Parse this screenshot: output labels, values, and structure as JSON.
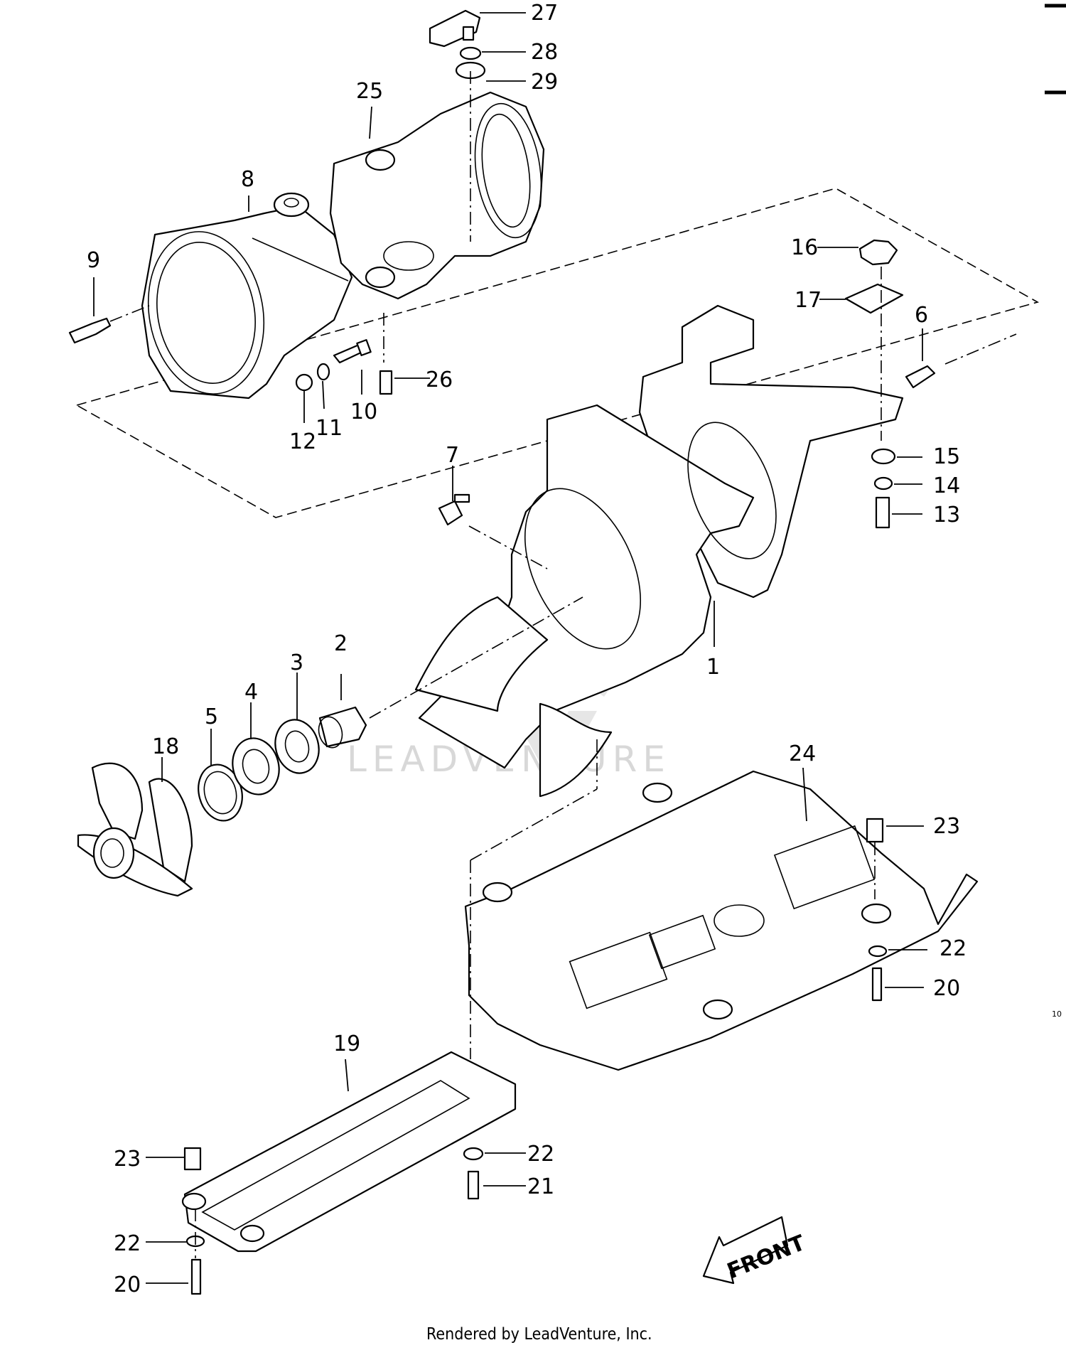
{
  "diagram": {
    "callouts": [
      "1",
      "2",
      "3",
      "4",
      "5",
      "6",
      "7",
      "8",
      "9",
      "10",
      "11",
      "12",
      "13",
      "14",
      "15",
      "16",
      "17",
      "18",
      "19",
      "20",
      "20",
      "21",
      "22",
      "22",
      "22",
      "23",
      "23",
      "24",
      "25",
      "26",
      "27",
      "28",
      "29"
    ],
    "front_label": "FRONT",
    "watermark": "LEADVENTURE",
    "side_code": "10",
    "footer": "Rendered by LeadVenture, Inc."
  }
}
